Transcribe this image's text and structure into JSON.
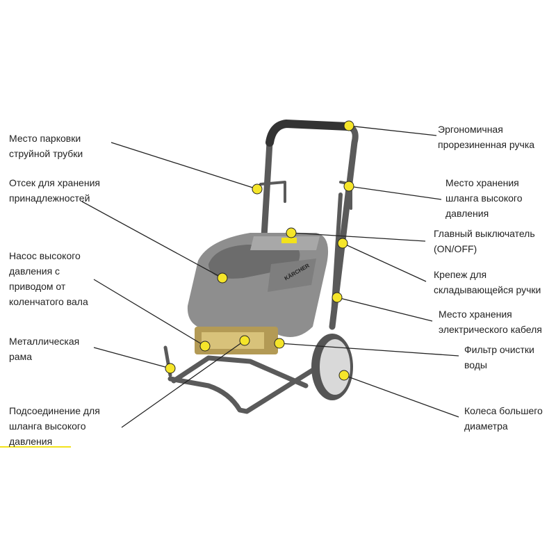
{
  "brand_logo": "KÄRCHER",
  "colors": {
    "callout_dot": "#f5e52a",
    "body": "#8e8e8e",
    "accent": "#f2e21b"
  },
  "labels_left": [
    "Место парковки\nструйной трубки",
    "Отсек для хранения\nпринадлежностей",
    "Насос высокого\nдавления с\nприводом от\nколенчатого вала",
    "Металлическая\nрама",
    "Подсоединение для\nшланга высокого\nдавления"
  ],
  "labels_right": [
    "Эргономичная\nпрорезиненная ручка",
    "Место хранения\nшланга высокого\nдавления",
    "Главный выключатель\n(ON/OFF)",
    "Крепеж для\nскладывающейся ручки",
    "Место хранения\nэлектрического кабеля",
    "Фильтр очистки\nводы",
    "Колеса большего\nдиаметра"
  ]
}
